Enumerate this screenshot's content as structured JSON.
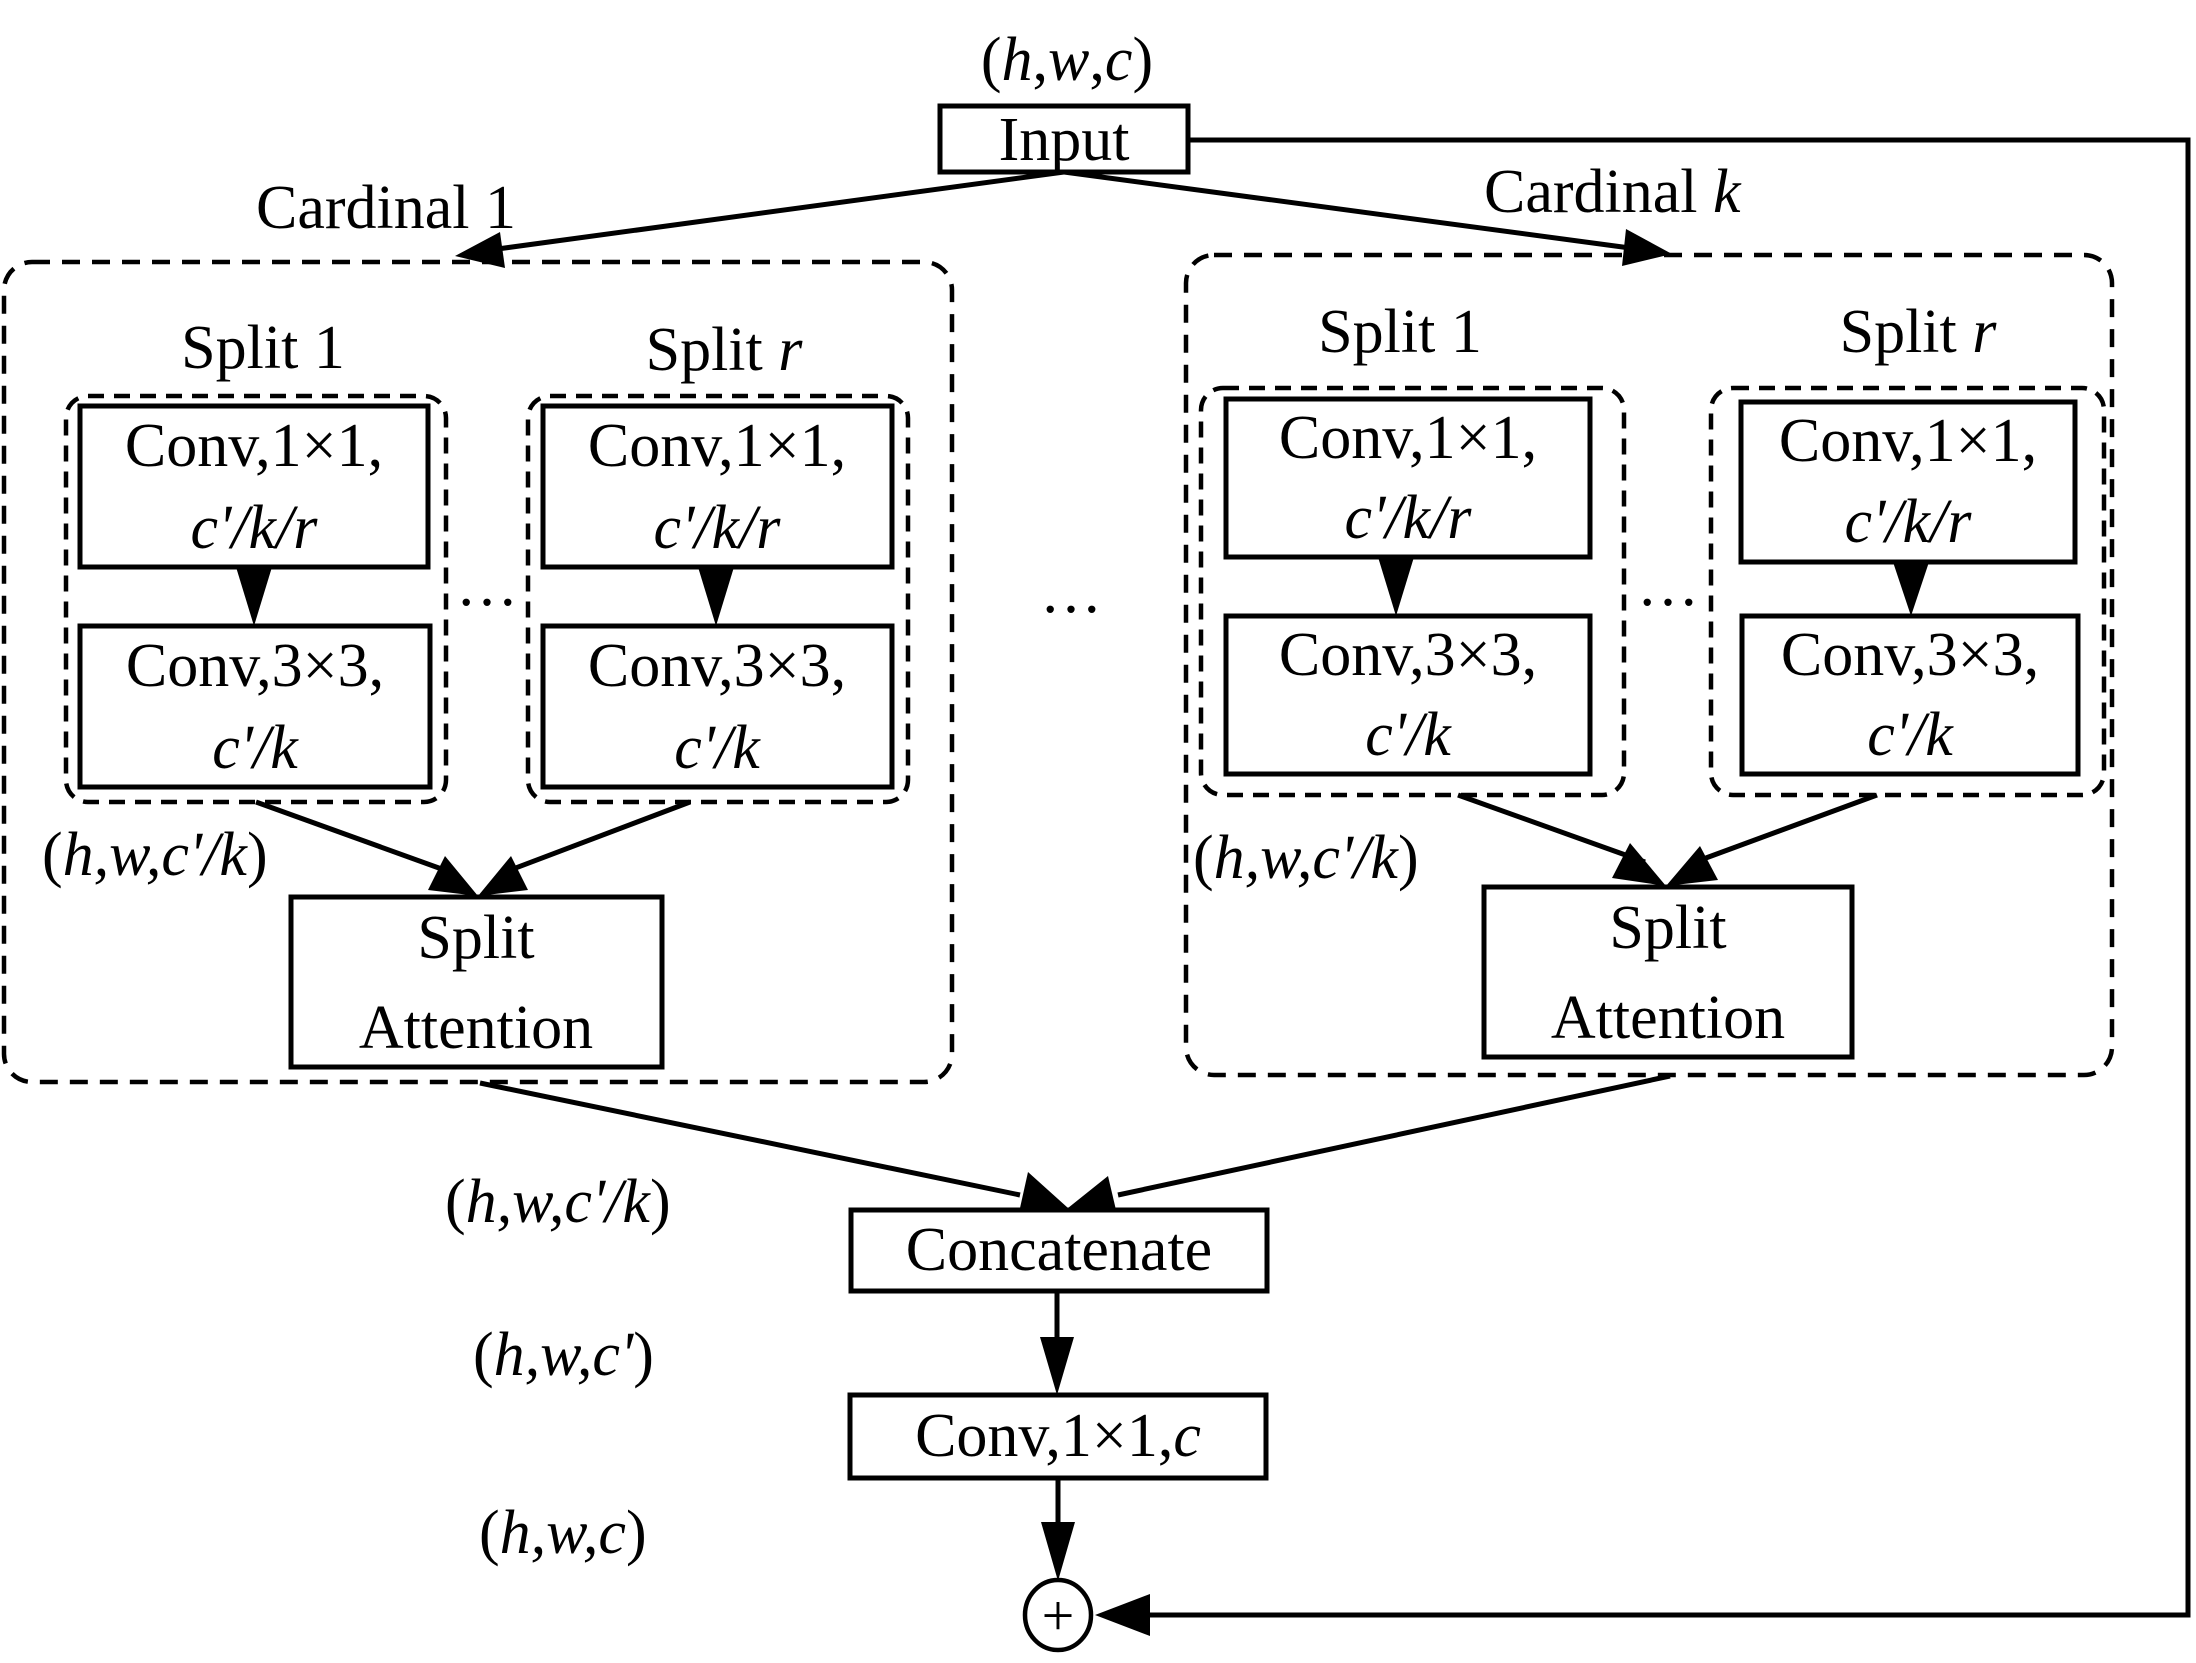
{
  "colors": {
    "stroke": "#000000",
    "background": "#ffffff"
  },
  "input": {
    "shape_label": {
      "open": "(",
      "h": "h",
      "sep1": ",",
      "w": "w",
      "sep2": ",",
      "c": "c",
      "close": ")"
    },
    "box_label": "Input"
  },
  "cardinals": [
    {
      "title_text": "Cardinal ",
      "title_index": "1",
      "title_index_italic": false,
      "splits": [
        {
          "title_text": "Split ",
          "title_index": "1",
          "title_index_italic": false,
          "conv1": {
            "line1": "Conv,1×1,",
            "line2": "c'/k/r"
          },
          "conv3": {
            "line1": "Conv,3×3,",
            "line2": "c'/k"
          }
        },
        {
          "title_text": "Split ",
          "title_index": "r",
          "title_index_italic": true,
          "conv1": {
            "line1": "Conv,1×1,",
            "line2": "c'/k/r"
          },
          "conv3": {
            "line1": "Conv,3×3,",
            "line2": "c'/k"
          }
        }
      ],
      "split_ellipsis": "…",
      "shape_label": {
        "open": "(",
        "body": "h,w,c'/k",
        "close": ")"
      },
      "attention": {
        "line1": "Split",
        "line2": "Attention"
      }
    },
    {
      "title_text": "Cardinal ",
      "title_index": "k",
      "title_index_italic": true,
      "splits": [
        {
          "title_text": "Split ",
          "title_index": "1",
          "title_index_italic": false,
          "conv1": {
            "line1": "Conv,1×1,",
            "line2": "c'/k/r"
          },
          "conv3": {
            "line1": "Conv,3×3,",
            "line2": "c'/k"
          }
        },
        {
          "title_text": "Split ",
          "title_index": "r",
          "title_index_italic": true,
          "conv1": {
            "line1": "Conv,1×1,",
            "line2": "c'/k/r"
          },
          "conv3": {
            "line1": "Conv,3×3,",
            "line2": "c'/k"
          }
        }
      ],
      "split_ellipsis": "…",
      "shape_label": {
        "open": "(",
        "body": "h,w,c'/k",
        "close": ")"
      },
      "attention": {
        "line1": "Split",
        "line2": "Attention"
      }
    }
  ],
  "cardinal_ellipsis": "…",
  "merge": {
    "concat_shape": {
      "open": "(",
      "body": "h,w,c'/k",
      "close": ")"
    },
    "concat_label": "Concatenate",
    "conv_shape": {
      "open": "(",
      "body": "h,w,c'",
      "close": ")"
    },
    "conv_label_text": "Conv,1×1,",
    "conv_label_var": "c",
    "out_shape": {
      "open": "(",
      "body": "h,w,c",
      "close": ")"
    },
    "add_symbol": "+"
  }
}
